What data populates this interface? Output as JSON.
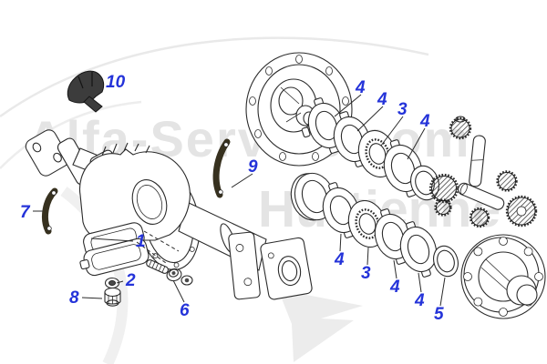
{
  "diagram": {
    "type": "exploded-parts-diagram",
    "colors": {
      "callout": "#2433d9",
      "watermark": "#e4e4e4",
      "line": "#2b2b2b"
    },
    "watermark": {
      "line1": "Alfa-Service.com",
      "line2": "Hurtienne"
    },
    "callouts": [
      {
        "id": "callout-10",
        "text": "10"
      },
      {
        "id": "callout-9",
        "text": "9"
      },
      {
        "id": "callout-7",
        "text": "7"
      },
      {
        "id": "callout-1",
        "text": "1"
      },
      {
        "id": "callout-2",
        "text": "2"
      },
      {
        "id": "callout-8",
        "text": "8"
      },
      {
        "id": "callout-6",
        "text": "6"
      },
      {
        "id": "callout-4-a",
        "text": "4"
      },
      {
        "id": "callout-4-b",
        "text": "4"
      },
      {
        "id": "callout-3-a",
        "text": "3"
      },
      {
        "id": "callout-4-c",
        "text": "4"
      },
      {
        "id": "callout-4-d",
        "text": "4"
      },
      {
        "id": "callout-3-b",
        "text": "3"
      },
      {
        "id": "callout-4-e",
        "text": "4"
      },
      {
        "id": "callout-4-f",
        "text": "4"
      },
      {
        "id": "callout-5",
        "text": "5"
      }
    ]
  }
}
